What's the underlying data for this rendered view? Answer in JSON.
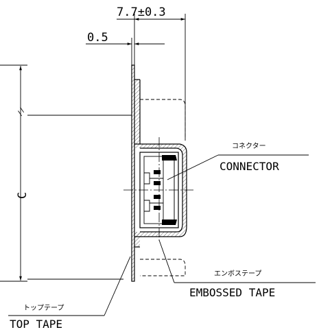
{
  "dimensions": {
    "width_label": "7.7±0.3",
    "thickness_label": "0.5",
    "pitch_label": "C",
    "break_mark": "//"
  },
  "labels": {
    "connector_jp": "コネクター",
    "connector_en": "CONNECTOR",
    "embossed_tape_jp": "エンボステープ",
    "embossed_tape_en": "EMBOSSED TAPE",
    "top_tape_jp": "トップテープ",
    "top_tape_en": "TOP TAPE"
  }
}
